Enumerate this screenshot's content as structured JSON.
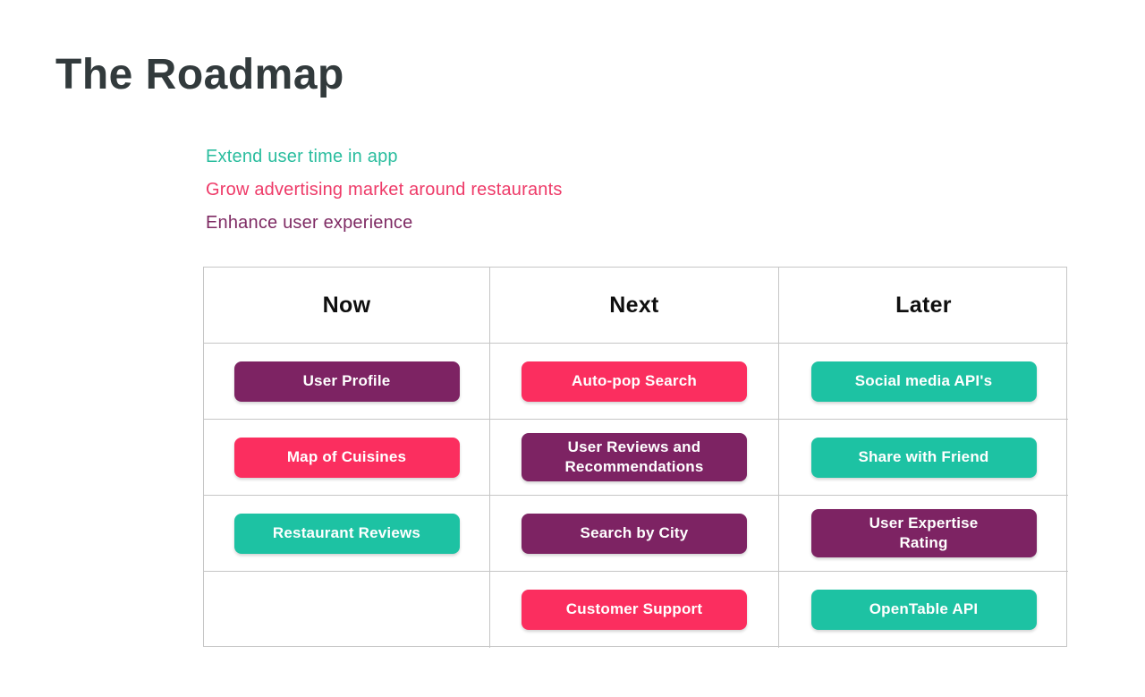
{
  "page": {
    "title": "The Roadmap"
  },
  "legend": {
    "items": [
      {
        "label": "Extend user time in app",
        "color": "#2abd9e"
      },
      {
        "label": "Grow advertising market around restaurants",
        "color": "#ee3a68"
      },
      {
        "label": "Enhance user experience",
        "color": "#7e2a63"
      }
    ]
  },
  "palette": {
    "purple": "#7d2363",
    "pink": "#fb2e5f",
    "teal": "#1dc2a3"
  },
  "table": {
    "headers": [
      "Now",
      "Next",
      "Later"
    ],
    "rows": [
      [
        {
          "label": "User Profile",
          "color": "#7d2363"
        },
        {
          "label": "Auto-pop Search",
          "color": "#fb2e5f"
        },
        {
          "label": "Social media API's",
          "color": "#1dc2a3"
        }
      ],
      [
        {
          "label": "Map of Cuisines",
          "color": "#fb2e5f"
        },
        {
          "label": "User Reviews and\nRecommendations",
          "color": "#7d2363"
        },
        {
          "label": "Share with Friend",
          "color": "#1dc2a3"
        }
      ],
      [
        {
          "label": "Restaurant Reviews",
          "color": "#1dc2a3"
        },
        {
          "label": "Search by City",
          "color": "#7d2363"
        },
        {
          "label": "User Expertise\nRating",
          "color": "#7d2363"
        }
      ],
      [
        null,
        {
          "label": "Customer Support",
          "color": "#fb2e5f"
        },
        {
          "label": "OpenTable API",
          "color": "#1dc2a3"
        }
      ]
    ]
  }
}
